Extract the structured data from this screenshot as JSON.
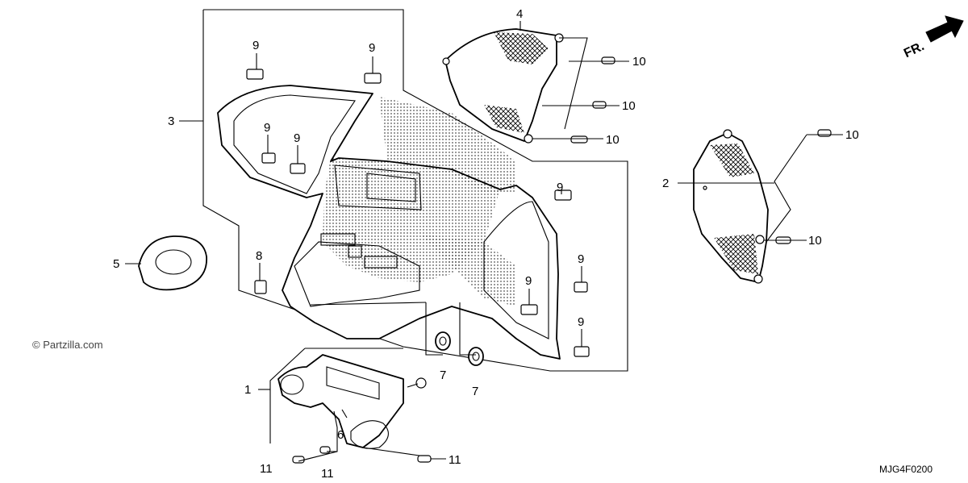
{
  "diagram": {
    "callouts": [
      {
        "id": "c1",
        "label": "1"
      },
      {
        "id": "c2",
        "label": "2"
      },
      {
        "id": "c3",
        "label": "3"
      },
      {
        "id": "c4",
        "label": "4"
      },
      {
        "id": "c5",
        "label": "5"
      },
      {
        "id": "c6",
        "label": "6"
      },
      {
        "id": "c7a",
        "label": "7"
      },
      {
        "id": "c7b",
        "label": "7"
      },
      {
        "id": "c8",
        "label": "8"
      },
      {
        "id": "c9a",
        "label": "9"
      },
      {
        "id": "c9b",
        "label": "9"
      },
      {
        "id": "c9c",
        "label": "9"
      },
      {
        "id": "c9d",
        "label": "9"
      },
      {
        "id": "c9e",
        "label": "9"
      },
      {
        "id": "c9f",
        "label": "9"
      },
      {
        "id": "c9g",
        "label": "9"
      },
      {
        "id": "c9h",
        "label": "9"
      },
      {
        "id": "c10a",
        "label": "10"
      },
      {
        "id": "c10b",
        "label": "10"
      },
      {
        "id": "c10c",
        "label": "10"
      },
      {
        "id": "c10d",
        "label": "10"
      },
      {
        "id": "c10e",
        "label": "10"
      },
      {
        "id": "c11a",
        "label": "11"
      },
      {
        "id": "c11b",
        "label": "11"
      },
      {
        "id": "c11c",
        "label": "11"
      }
    ],
    "direction_label": "FR.",
    "watermark": "© Partzilla.com",
    "reference_code": "MJG4F0200"
  }
}
